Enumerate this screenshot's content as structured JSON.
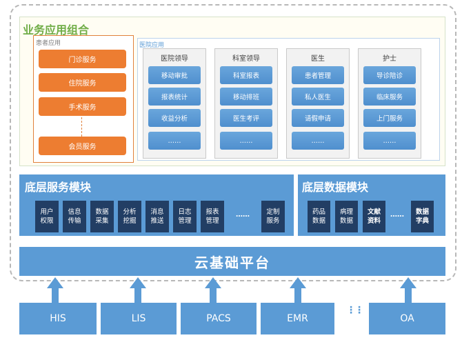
{
  "business": {
    "title": "业务应用组合",
    "patient": {
      "title": "患者应用",
      "items": [
        "门诊服务",
        "住院服务",
        "手术服务",
        "会员服务"
      ]
    },
    "hospital": {
      "title": "医院应用",
      "columns": [
        {
          "title": "医院领导",
          "items": [
            "移动审批",
            "报表统计",
            "收益分析",
            "……"
          ]
        },
        {
          "title": "科室领导",
          "items": [
            "科室报表",
            "移动排班",
            "医生考评",
            "……"
          ]
        },
        {
          "title": "医生",
          "items": [
            "患者管理",
            "私人医生",
            "请假申请",
            "……"
          ]
        },
        {
          "title": "护士",
          "items": [
            "导诊陪诊",
            "临床服务",
            "上门服务",
            "……"
          ]
        }
      ]
    }
  },
  "service_module": {
    "title": "底层服务模块",
    "items": [
      "用户\n权限",
      "信息\n传输",
      "数据\n采集",
      "分析\n挖掘",
      "消息\n推送",
      "日志\n管理",
      "报表\n管理"
    ],
    "ellipsis": "……",
    "last": "定制\n服务"
  },
  "data_module": {
    "title": "底层数据模块",
    "items": [
      "药品\n数据",
      "病理\n数据",
      "文献\n资料"
    ],
    "ellipsis": "……",
    "last": "数据\n字典"
  },
  "platform": {
    "title": "云基础平台"
  },
  "sources": {
    "items": [
      "HIS",
      "LIS",
      "PACS",
      "EMR"
    ],
    "dots": "⋮",
    "last": "OA"
  },
  "colors": {
    "accent_blue": "#5b9bd5",
    "dark_navy": "#223e64",
    "orange": "#ed7d31",
    "green": "#70ad47"
  }
}
